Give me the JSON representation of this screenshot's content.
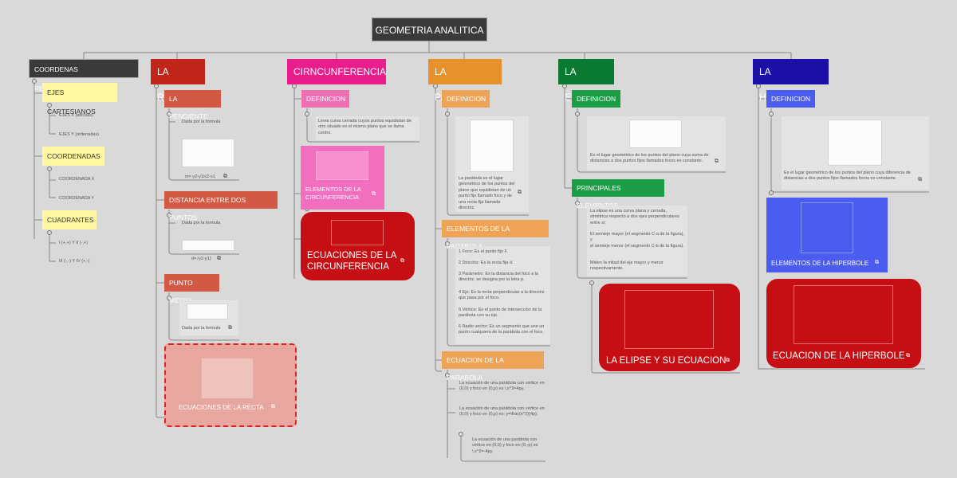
{
  "root": "GEOMETRIA ANALITICA",
  "coordenadas": {
    "title": "COORDENAS RECTANGULARES",
    "ejes": "EJES CARTESIANOS",
    "ejes_x": "EJES X (abcisas)",
    "ejes_y": "EJES Y (ordenadas)",
    "coordenadas": "COORDENADAS",
    "coord_x": "COORDENADA X",
    "coord_y": "COORDENADA Y",
    "cuadrantes": "CUADRANTES",
    "cuad_1": "I (+,+) Y II (-,+)",
    "cuad_2": "III (-,-) Y IV (+,-)"
  },
  "recta": {
    "title": "LA RECTA",
    "pendiente": "LA PENDIENTE",
    "pend_text": "Dada por la formula",
    "pend_formula": "m= y2-y1/x2-x1",
    "distancia": "DISTANCIA ENTRE DOS PUNTOS",
    "dist_text": "Dada por la formula",
    "dist_formula": "d=√y2-y1)",
    "punto_medio": "PUNTO MEDIO",
    "pm_text": "Dada por la formula",
    "ecuaciones": "ECUACIONES DE LA RECTA"
  },
  "circunferencia": {
    "title": "CIRNCUNFERENCIA",
    "definicion": "DEFINICION",
    "def_text": "Linea curva cerrada cuyos puntos equidistan de otro situado en el mismo plano que se llama centro.",
    "elementos": "ELEMENTOS DE LA CIRCUNFERENCIA",
    "ecuaciones": "ECUACIONES DE LA CIRCUNFERENCIA"
  },
  "parabola": {
    "title": "LA PARABOLA",
    "definicion": "DEFINICION",
    "def_text": "La parábola es el lugar geométrico de los puntos del plano que equidistan de un punto fijo llamado foco y de una recta fija llamada directriz.",
    "elementos": "ELEMENTOS DE LA PARABOLA",
    "elem_items": [
      "1 Foco: Es el punto fijo F.",
      "2 Directriz: Es la recta fija d.",
      "3 Parámetro: Es la distancia del foco a la directriz, se designa por la letra p.",
      "4 Eje: Es la recta perpendicular a la directriz que pasa por el foco.",
      "5 Vértice: Es el punto de intersección de la parábola con su eje.",
      "6 Radio vector: Es un segmento que une un punto cualquiera de la parábola con el foco."
    ],
    "ecuacion": "ECUACION DE LA PARABOLA",
    "ec_1": "La ecuación de una parábola con vértice en (0,0) y foco en (0,p) es \\,x^2=4py.",
    "ec_2": "La ecuación de una parábola con vértice en (0,0) y foco en (0,p) es: y=\\frac{x^2}{4p}.",
    "ec_3": "La ecuación de una parábola con vértice en (0,0) y foco en (0,-p) es \\,x^2=-4py."
  },
  "elipse": {
    "title": "LA ELIPSE",
    "definicion": "DEFINICION",
    "def_text": "Es el lugar geométrico de los puntos del plano cuya suma de distancias a dos puntos fijos llamados focos es constante.",
    "principales": "PRINCIPALES ELEMENTOS",
    "pr_1": "La elipse es una curva plana y cerrada, simétrica respecto a dos ejes perpendiculares entre sí:",
    "pr_2": "El semieje mayor (el segmento C-a de la figura), y",
    "pr_3": "el semieje menor (el segmento C-b de la figura).",
    "pr_4": "Miden la mitad del eje mayor y menor respectivamente.",
    "ecuacion": "LA ELIPSE Y SU ECUACION"
  },
  "hiperbole": {
    "title": "LA HIPERBOLE",
    "definicion": "DEFINICION",
    "def_text": "Es el lugar geométrico de los puntos del plano cuya diferencia de distancias a dos puntos fijos llamados focos es constante.",
    "elementos": "ELEMENTOS DE LA HIPERBOLE",
    "ecuacion": "ECUACION DE LA HIPERBOLE"
  },
  "colors": {
    "recta": "#c0271a",
    "circ": "#e91e8c",
    "parabola": "#e8912c",
    "elipse": "#0a7a32",
    "hiperbole": "#1b0fa8",
    "dark": "#3a3a3a"
  }
}
